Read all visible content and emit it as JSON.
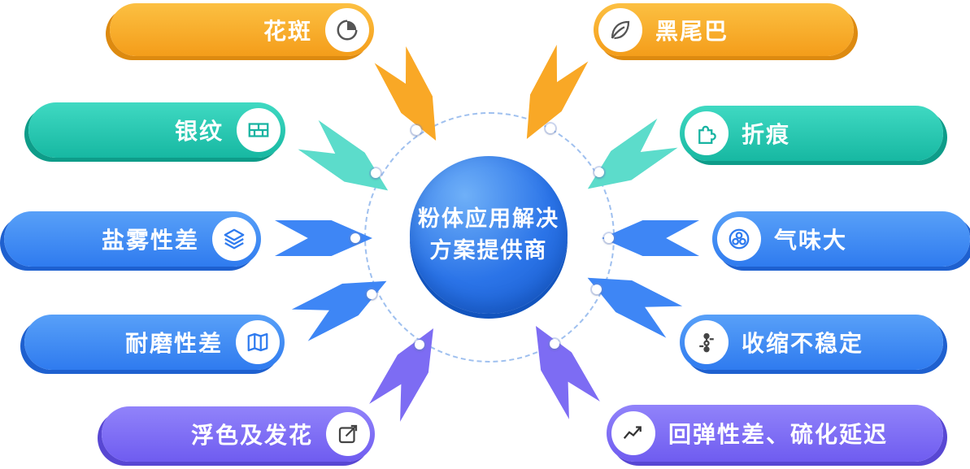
{
  "center": {
    "line1": "粉体应用解决",
    "line2": "方案提供商"
  },
  "pills": [
    {
      "label": "花斑",
      "side": "left",
      "color": "orange",
      "icon": "pie-chart-icon"
    },
    {
      "label": "黑尾巴",
      "side": "right",
      "color": "orange",
      "icon": "leaf-icon"
    },
    {
      "label": "银纹",
      "side": "left",
      "color": "teal",
      "icon": "bricks-icon"
    },
    {
      "label": "折痕",
      "side": "right",
      "color": "teal",
      "icon": "puzzle-icon"
    },
    {
      "label": "盐雾性差",
      "side": "left",
      "color": "blue",
      "icon": "layers-icon"
    },
    {
      "label": "气味大",
      "side": "right",
      "color": "blue",
      "icon": "bubbles-icon"
    },
    {
      "label": "耐磨性差",
      "side": "left",
      "color": "blue",
      "icon": "map-icon"
    },
    {
      "label": "收缩不稳定",
      "side": "right",
      "color": "blue",
      "icon": "timeline-dots-icon"
    },
    {
      "label": "浮色及发花",
      "side": "left",
      "color": "purple",
      "icon": "edit-arrow-icon"
    },
    {
      "label": "回弹性差、硫化延迟",
      "side": "right",
      "color": "purple",
      "icon": "trend-line-icon"
    }
  ],
  "colors": {
    "orange": "#F49D1A",
    "teal": "#17B8A2",
    "blue": "#2F7BEF",
    "purple": "#6F5CF0",
    "center_blue": "#1A63DC"
  }
}
